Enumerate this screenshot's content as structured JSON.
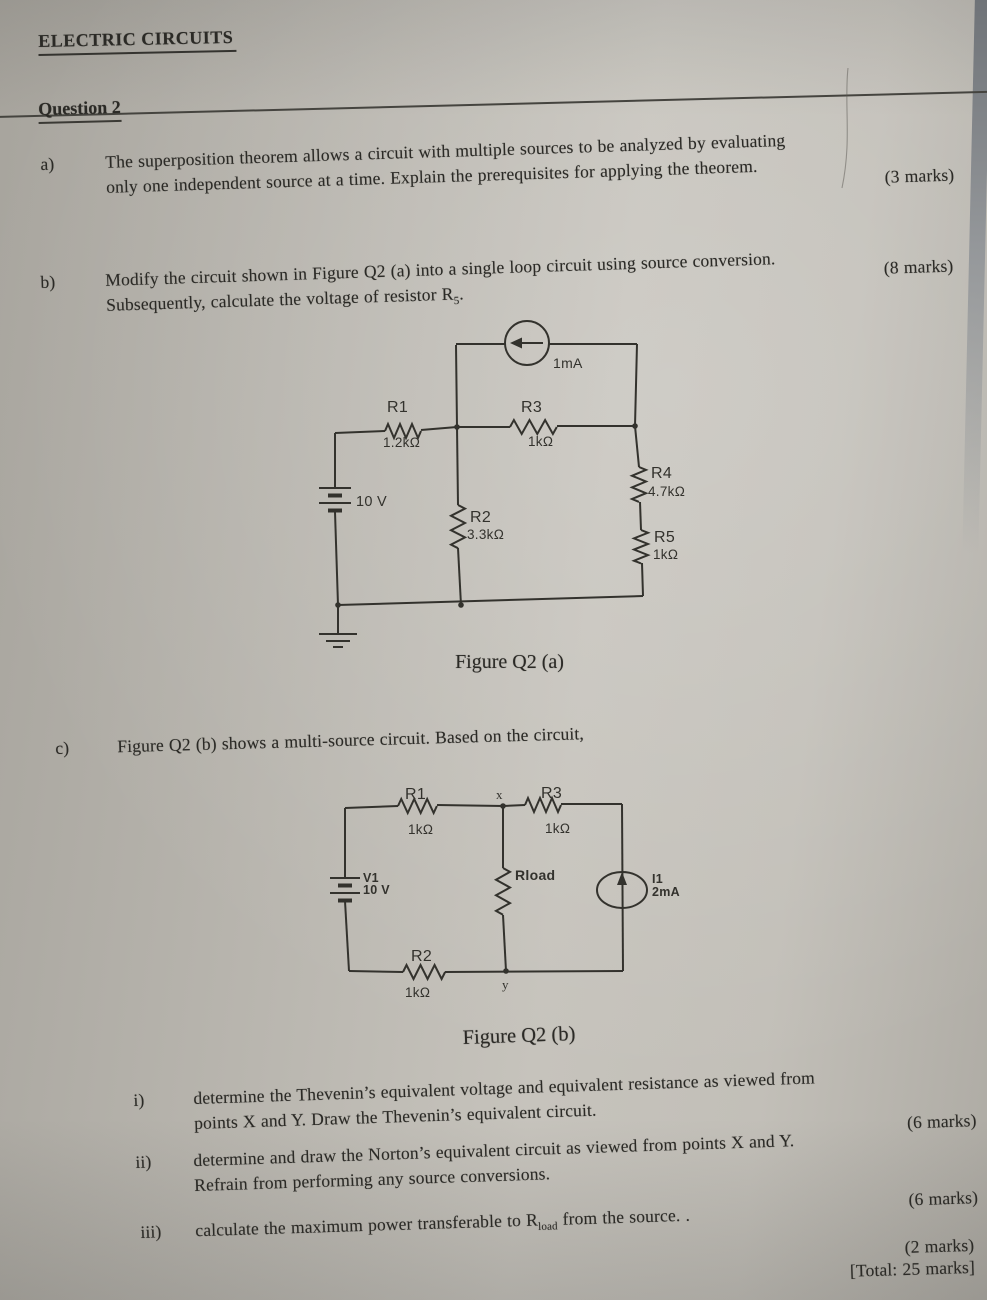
{
  "colors": {
    "ink": "#33322d",
    "paper": "#c0bdb6"
  },
  "header": {
    "title": "ELECTRIC CIRCUITS"
  },
  "question": {
    "title": "Question 2"
  },
  "part_a": {
    "label": "a)",
    "line1": "The superposition theorem allows a circuit with multiple sources to be analyzed by evaluating",
    "line2": "only one independent source at a time. Explain the prerequisites for applying the theorem.",
    "marks": "(3 marks)"
  },
  "part_b": {
    "label": "b)",
    "line1": "Modify the circuit shown in Figure Q2 (a) into a single loop circuit using source conversion.",
    "line2_pre": "Subsequently, calculate the voltage of resistor R",
    "line2_sub": "5",
    "line2_end": ".",
    "marks": "(8 marks)"
  },
  "part_c": {
    "label": "c)",
    "text": "Figure Q2 (b) shows a multi-source circuit. Based on the circuit,"
  },
  "figure_a": {
    "caption": "Figure Q2 (a)",
    "current_source": "1mA",
    "battery_value": "10 V",
    "r1_name": "R1",
    "r1_value": "1.2kΩ",
    "r2_name": "R2",
    "r2_value": "3.3kΩ",
    "r3_name": "R3",
    "r3_value": "1kΩ",
    "r4_name": "R4",
    "r4_value": "4.7kΩ",
    "r5_name": "R5",
    "r5_value": "1kΩ"
  },
  "figure_b": {
    "caption": "Figure Q2 (b)",
    "r1_name": "R1",
    "r1_value": "1kΩ",
    "r2_name": "R2",
    "r2_value": "1kΩ",
    "r3_name": "R3",
    "r3_value": "1kΩ",
    "rload_name": "Rload",
    "v1_name": "V1",
    "v1_value": "10 V",
    "i1_name": "I1",
    "i1_value": "2mA",
    "node_x": "x",
    "node_y": "y"
  },
  "item_i": {
    "label": "i)",
    "line1": "determine the Thevenin’s equivalent voltage and equivalent resistance as viewed from",
    "line2": "points X and Y. Draw the Thevenin’s equivalent circuit.",
    "marks": "(6 marks)"
  },
  "item_ii": {
    "label": "ii)",
    "line1": "determine and draw the Norton’s equivalent circuit as viewed from points X and Y.",
    "line2": "Refrain from performing any source conversions.",
    "marks": "(6 marks)"
  },
  "item_iii": {
    "label": "iii)",
    "text_pre": "calculate the maximum power transferable to R",
    "text_sub": "load",
    "text_end": " from the source. .",
    "marks": "(2 marks)",
    "total": "[Total: 25 marks]"
  }
}
